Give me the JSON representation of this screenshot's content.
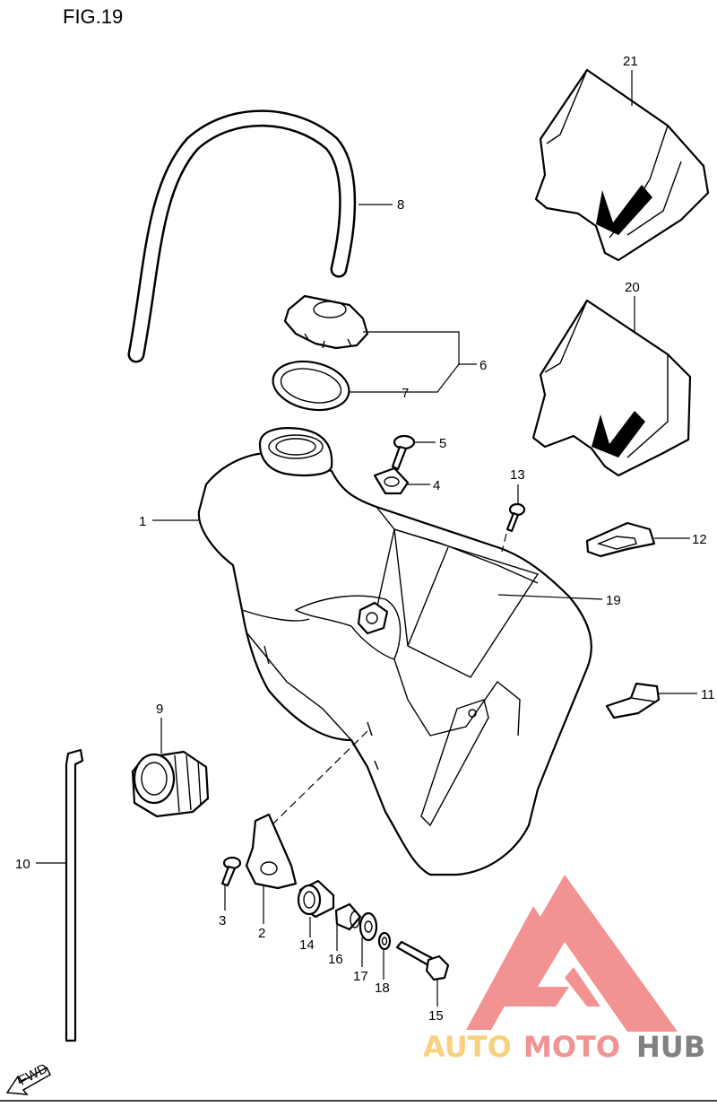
{
  "figure": {
    "title": "FIG.19"
  },
  "callouts": [
    {
      "id": "1",
      "label": "1"
    },
    {
      "id": "2",
      "label": "2"
    },
    {
      "id": "3",
      "label": "3"
    },
    {
      "id": "4",
      "label": "4"
    },
    {
      "id": "5",
      "label": "5"
    },
    {
      "id": "6",
      "label": "6"
    },
    {
      "id": "7",
      "label": "7"
    },
    {
      "id": "8",
      "label": "8"
    },
    {
      "id": "9",
      "label": "9"
    },
    {
      "id": "10",
      "label": "10"
    },
    {
      "id": "11",
      "label": "11"
    },
    {
      "id": "12",
      "label": "12"
    },
    {
      "id": "13",
      "label": "13"
    },
    {
      "id": "14",
      "label": "14"
    },
    {
      "id": "15",
      "label": "15"
    },
    {
      "id": "16",
      "label": "16"
    },
    {
      "id": "17",
      "label": "17"
    },
    {
      "id": "18",
      "label": "18"
    },
    {
      "id": "19",
      "label": "19"
    },
    {
      "id": "20",
      "label": "20"
    },
    {
      "id": "21",
      "label": "21"
    }
  ],
  "direction_badge": {
    "label": "FWD"
  },
  "watermark": {
    "word_part1": "AUTO",
    "word_part2": "MOTO",
    "word_part3": "HUB",
    "colors": {
      "light": "#f7c96b",
      "main": "#f08080",
      "dark": "#6b6b6b"
    }
  }
}
